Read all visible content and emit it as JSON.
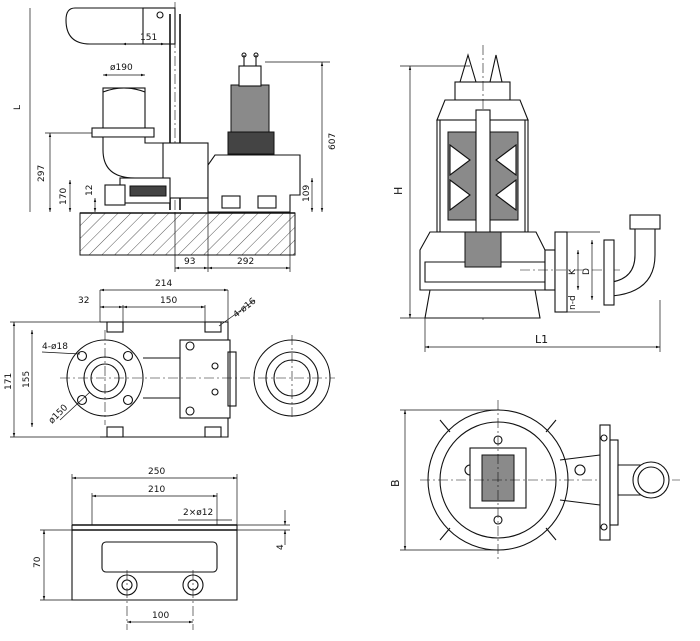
{
  "side_view": {
    "dim_L": "L",
    "dim_151": "151",
    "dim_190": "ø190",
    "dim_607": "607",
    "dim_297": "297",
    "dim_170": "170",
    "dim_12": "12",
    "dim_109": "109",
    "dim_93": "93",
    "dim_292": "292"
  },
  "top_view": {
    "dim_214": "214",
    "dim_32": "32",
    "dim_150": "150",
    "dim_4x16": "4-ø16",
    "dim_4x18": "4-ø18",
    "dim_171": "171",
    "dim_155": "155",
    "dim_phi150": "ø150"
  },
  "base_plate": {
    "dim_250": "250",
    "dim_210": "210",
    "dim_2x12": "2×ø12",
    "dim_70": "70",
    "dim_4": "4",
    "dim_100": "100"
  },
  "pump_section": {
    "dim_H": "H",
    "dim_L1": "L1",
    "dim_K": "K",
    "dim_D": "D",
    "dim_nd": "n-d"
  },
  "pump_top": {
    "dim_B": "B"
  }
}
